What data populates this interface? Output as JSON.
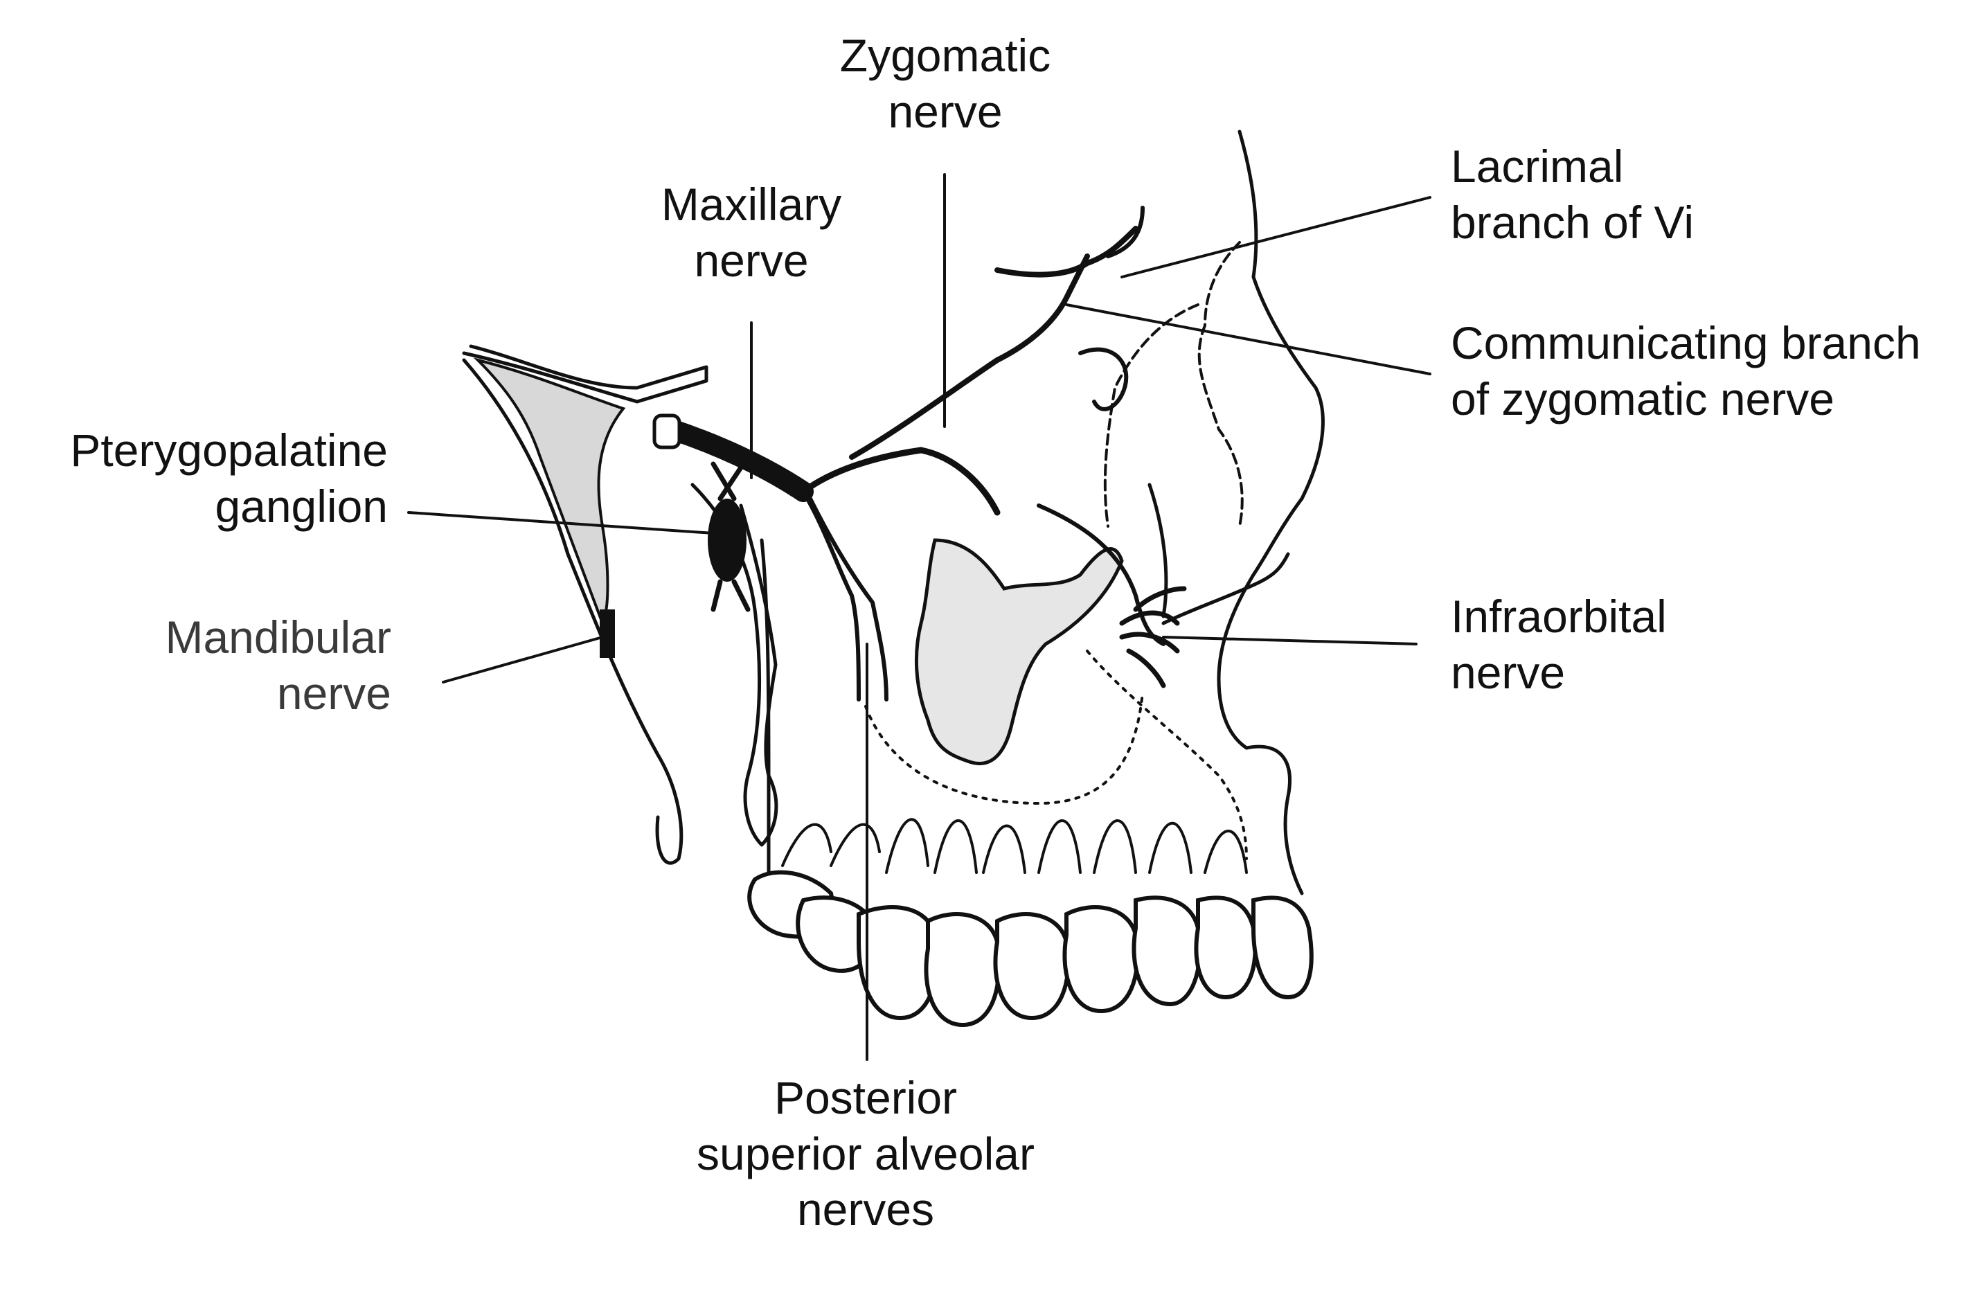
{
  "labels": {
    "zygomatic": [
      "Zygomatic",
      "nerve"
    ],
    "maxillary": [
      "Maxillary",
      "nerve"
    ],
    "lacrimal": [
      "Lacrimal",
      "branch of Vi"
    ],
    "communicating": [
      "Communicating branch",
      "of zygomatic nerve"
    ],
    "pterygopalatine": [
      "Pterygopalatine",
      "ganglion"
    ],
    "mandibular": [
      "Mandibular",
      "nerve"
    ],
    "infraorbital": [
      "Infraorbital",
      "nerve"
    ],
    "posterior": [
      "Posterior",
      "superior alveolar",
      "nerves"
    ]
  }
}
